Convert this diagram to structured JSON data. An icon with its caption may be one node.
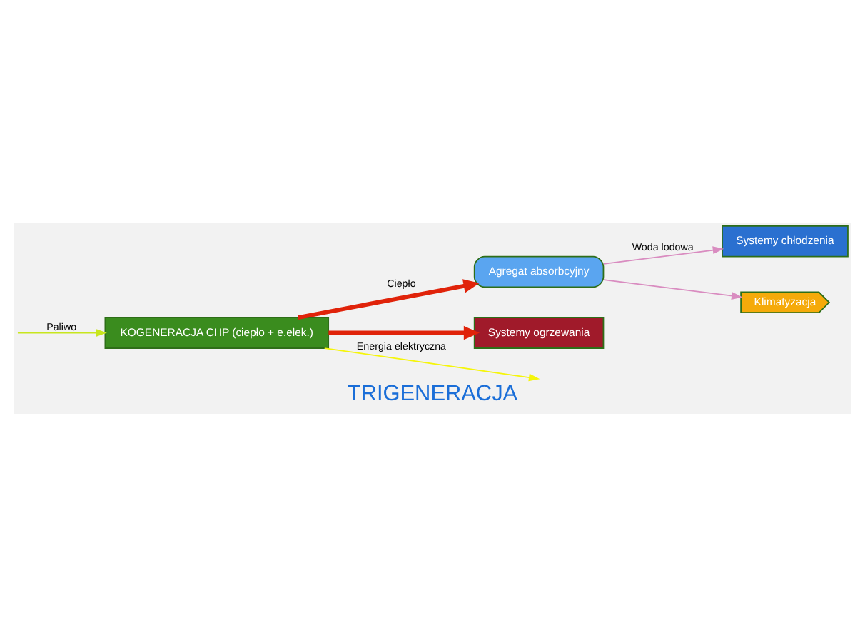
{
  "diagram": {
    "title": "TRIGENERACJA",
    "nodes": [
      {
        "text": [
          "KOGENERACJA CHP (ciepło + e.elek.)"
        ]
      },
      {
        "text": [
          "Agregat absorbcyjny"
        ]
      },
      {
        "text": [
          "Systemy chłodzenia"
        ]
      },
      {
        "text": [
          "Klimatyzacja"
        ]
      },
      {
        "text": [
          "Systemy ogrzewania"
        ]
      }
    ],
    "edges": [
      {
        "from": 0,
        "to": 1,
        "arrow": "to",
        "label": "Ciepło",
        "style": "thick",
        "color": "#e0230a"
      },
      {
        "from": 0,
        "to": 4,
        "arrow": "to",
        "style": "thick",
        "color": "#e0230a"
      },
      {
        "from": 1,
        "to": 2,
        "arrow": "to",
        "label": "Woda lodowa",
        "color": "#d98cc0"
      },
      {
        "from": 1,
        "to": 3,
        "arrow": "to",
        "color": "#d98cc0"
      },
      {
        "from": 0,
        "to": null,
        "arrow": "to",
        "label": "Energia elektryczna",
        "color": "#f5f50a"
      },
      {
        "from": null,
        "to": 0,
        "arrow": "to",
        "label": "Paliwo",
        "color": "#c8e61e"
      }
    ]
  }
}
